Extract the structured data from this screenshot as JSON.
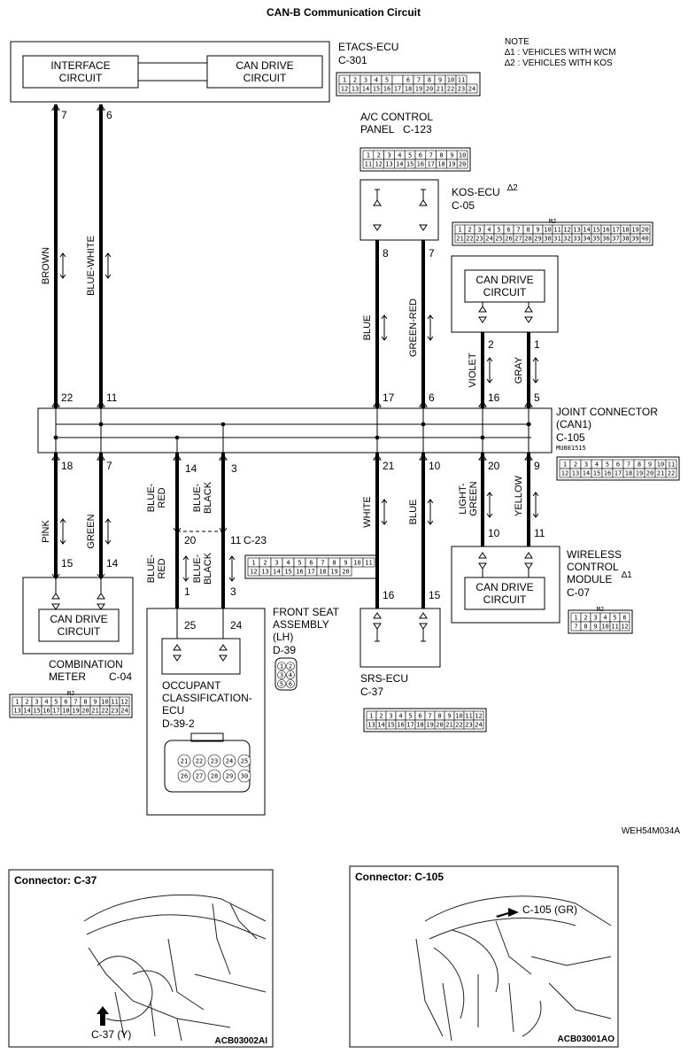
{
  "title": "CAN-B Communication Circuit",
  "note": {
    "heading": "NOTE",
    "line1": "∆1 : VEHICLES WITH WCM",
    "line2": "∆2 : VEHICLES WITH KOS"
  },
  "etacs": {
    "name": "ETACS-ECU",
    "connector": "C-301",
    "interface": [
      "INTERFACE",
      "CIRCUIT"
    ],
    "can_drive": [
      "CAN DRIVE",
      "CIRCUIT"
    ],
    "pins_top": [
      "1",
      "2",
      "3",
      "4",
      "5",
      "",
      "6",
      "7",
      "8",
      "9",
      "10",
      "11"
    ],
    "pins_bottom": [
      "12",
      "13",
      "14",
      "15",
      "16",
      "17",
      "18",
      "19",
      "20",
      "21",
      "22",
      "23",
      "24"
    ]
  },
  "ac_panel": {
    "name": [
      "A/C CONTROL",
      "PANEL"
    ],
    "connector": "C-123",
    "pins_top": [
      "1",
      "2",
      "3",
      "4",
      "5",
      "6",
      "7",
      "8",
      "9",
      "10"
    ],
    "pins_bottom": [
      "11",
      "12",
      "13",
      "14",
      "15",
      "16",
      "17",
      "18",
      "19",
      "20"
    ]
  },
  "kos": {
    "name": "KOS-ECU",
    "mark": "∆2",
    "connector": "C-05",
    "tag": "MJ",
    "pins_top": [
      "1",
      "2",
      "3",
      "4",
      "5",
      "6",
      "7",
      "8",
      "9",
      "10",
      "11",
      "12",
      "13",
      "14",
      "15",
      "16",
      "17",
      "18",
      "19",
      "20"
    ],
    "pins_bottom": [
      "21",
      "22",
      "23",
      "24",
      "25",
      "26",
      "27",
      "28",
      "29",
      "30",
      "31",
      "32",
      "33",
      "34",
      "35",
      "36",
      "37",
      "38",
      "39",
      "40"
    ]
  },
  "kos_circuit": [
    "CAN DRIVE",
    "CIRCUIT"
  ],
  "joint": {
    "name": [
      "JOINT CONNECTOR",
      "(CAN1)"
    ],
    "connector": "C-105",
    "part": "MU801515",
    "pins_top": [
      "1",
      "2",
      "3",
      "4",
      "5",
      "6",
      "7",
      "8",
      "9",
      "10",
      "11"
    ],
    "pins_bottom": [
      "12",
      "13",
      "14",
      "15",
      "16",
      "17",
      "18",
      "19",
      "20",
      "21",
      "22"
    ]
  },
  "wires": {
    "etacs_left": {
      "pin_top": "7",
      "color": "BROWN",
      "pin_joint": "22"
    },
    "etacs_right": {
      "pin_top": "6",
      "color": "BLUE-WHITE",
      "pin_joint": "11"
    },
    "ac_left": {
      "pin_top": "8",
      "color": "BLUE",
      "pin_joint": "17"
    },
    "ac_right": {
      "pin_top": "7",
      "color": "GREEN-RED",
      "pin_joint": "6"
    },
    "kos_left": {
      "pin_top": "2",
      "color": "VIOLET",
      "pin_joint": "16"
    },
    "kos_right": {
      "pin_top": "1",
      "color": "GRAY",
      "pin_joint": "5"
    },
    "meter_left": {
      "pin_joint": "18",
      "color": "PINK",
      "pin_bottom": "15"
    },
    "meter_right": {
      "pin_joint": "7",
      "color": "GREEN",
      "pin_bottom": "14"
    },
    "occ_left": {
      "pin_joint": "14",
      "color1": [
        "BLUE-",
        "RED"
      ],
      "pin_mid": "20",
      "color2": [
        "BLUE-",
        "RED"
      ],
      "pin_lower": "1",
      "pin_bottom": "25"
    },
    "occ_right": {
      "pin_joint": "3",
      "color1": [
        "BLUE-",
        "BLACK"
      ],
      "pin_mid": "11",
      "color2": [
        "BLUE-",
        "BLACK"
      ],
      "pin_lower": "3",
      "pin_bottom": "24"
    },
    "srs_left": {
      "pin_joint": "21",
      "color": "WHITE",
      "pin_bottom": "16"
    },
    "srs_right": {
      "pin_joint": "10",
      "color": "BLUE",
      "pin_bottom": "15"
    },
    "wcm_left": {
      "pin_joint": "20",
      "color": [
        "LIGHT-",
        "GREEN"
      ],
      "pin_bottom": "10"
    },
    "wcm_right": {
      "pin_joint": "9",
      "color": "YELLOW",
      "pin_bottom": "11"
    }
  },
  "c23": {
    "connector": "C-23",
    "pins_top": [
      "1",
      "2",
      "3",
      "4",
      "5",
      "6",
      "7",
      "8",
      "9",
      "10",
      "11"
    ],
    "pins_bottom": [
      "12",
      "13",
      "14",
      "15",
      "16",
      "17",
      "18",
      "19",
      "20"
    ]
  },
  "wcm": {
    "name": [
      "WIRELESS",
      "CONTROL",
      "MODULE"
    ],
    "mark": "∆1",
    "connector": "C-07",
    "circuit": [
      "CAN DRIVE",
      "CIRCUIT"
    ],
    "tag": "MJ",
    "pins_top": [
      "1",
      "2",
      "3",
      "4",
      "5",
      "6"
    ],
    "pins_bottom": [
      "7",
      "8",
      "9",
      "10",
      "11",
      "12"
    ]
  },
  "meter": {
    "name": [
      "COMBINATION",
      "METER"
    ],
    "connector": "C-04",
    "circuit": [
      "CAN DRIVE",
      "CIRCUIT"
    ],
    "tag": "MJ",
    "pins_top": [
      "1",
      "2",
      "3",
      "4",
      "5",
      "6",
      "7",
      "8",
      "9",
      "10",
      "11",
      "12"
    ],
    "pins_bottom": [
      "13",
      "14",
      "15",
      "16",
      "17",
      "18",
      "19",
      "20",
      "21",
      "22",
      "23",
      "24"
    ]
  },
  "front_seat": {
    "name": [
      "FRONT SEAT",
      "ASSEMBLY",
      "(LH)"
    ],
    "connector": "D-39",
    "pins": [
      "1",
      "2",
      "3",
      "4",
      "5",
      "6"
    ]
  },
  "occupant": {
    "name": [
      "OCCUPANT",
      "CLASSIFICATION-",
      "ECU"
    ],
    "connector": "D-39-2",
    "pins_top": [
      "21",
      "22",
      "23",
      "24",
      "25"
    ],
    "pins_bottom": [
      "26",
      "27",
      "28",
      "29",
      "30"
    ]
  },
  "srs": {
    "name": "SRS-ECU",
    "connector": "C-37",
    "pins_top": [
      "1",
      "2",
      "3",
      "4",
      "5",
      "6",
      "7",
      "8",
      "9",
      "10",
      "11",
      "12"
    ],
    "pins_bottom": [
      "13",
      "14",
      "15",
      "16",
      "17",
      "18",
      "19",
      "20",
      "21",
      "22",
      "23",
      "24"
    ]
  },
  "figure_code": "WEH54M034A",
  "photo_left": {
    "label": "Connector:  C-37",
    "callout": "C-37 (Y)",
    "code": "ACB03002AI"
  },
  "photo_right": {
    "label": "Connector: C-105",
    "callout": "C-105 (GR)",
    "code": "ACB03001AO"
  }
}
